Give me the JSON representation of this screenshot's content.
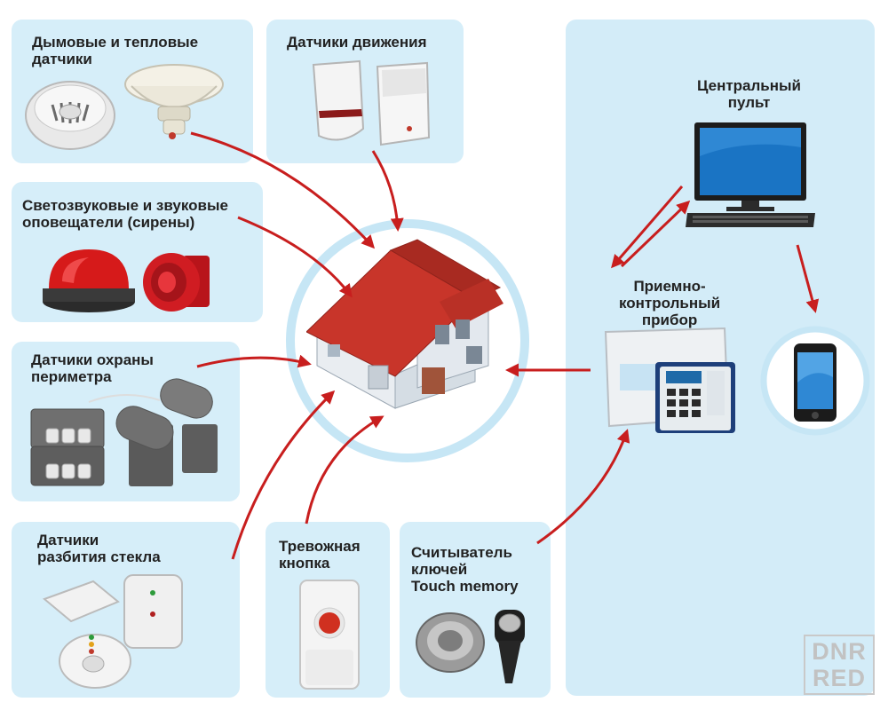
{
  "title": "",
  "sensors": {
    "smoke_heat": {
      "line1": "Дымовые и тепловые",
      "line2": "датчики"
    },
    "motion": {
      "line1": "Датчики движения"
    },
    "sirens": {
      "line1": "Светозвуковые и звуковые",
      "line2": "оповещатели (сирены)"
    },
    "perimeter": {
      "line1": "Датчики охраны",
      "line2": "периметра"
    },
    "glass_break": {
      "line1": "Датчики",
      "line2": "разбития стекла"
    },
    "panic_button": {
      "line1": "Тревожная",
      "line2": "кнопка"
    },
    "key_reader": {
      "line1": "Считыватель",
      "line2": "ключей",
      "line3": "Touch memory"
    }
  },
  "control": {
    "central_console": {
      "line1": "Центральный",
      "line2": "пульт"
    },
    "control_panel": {
      "line1": "Приемно-",
      "line2": "контрольный",
      "line3": "прибор"
    }
  },
  "watermark": {
    "line1": "DNR",
    "line2": "RED"
  },
  "colors": {
    "card_bg": "#d6eef9",
    "right_panel_bg": "#d3ecf8",
    "arrow": "#c81e1e",
    "roof": "#c8352a"
  }
}
